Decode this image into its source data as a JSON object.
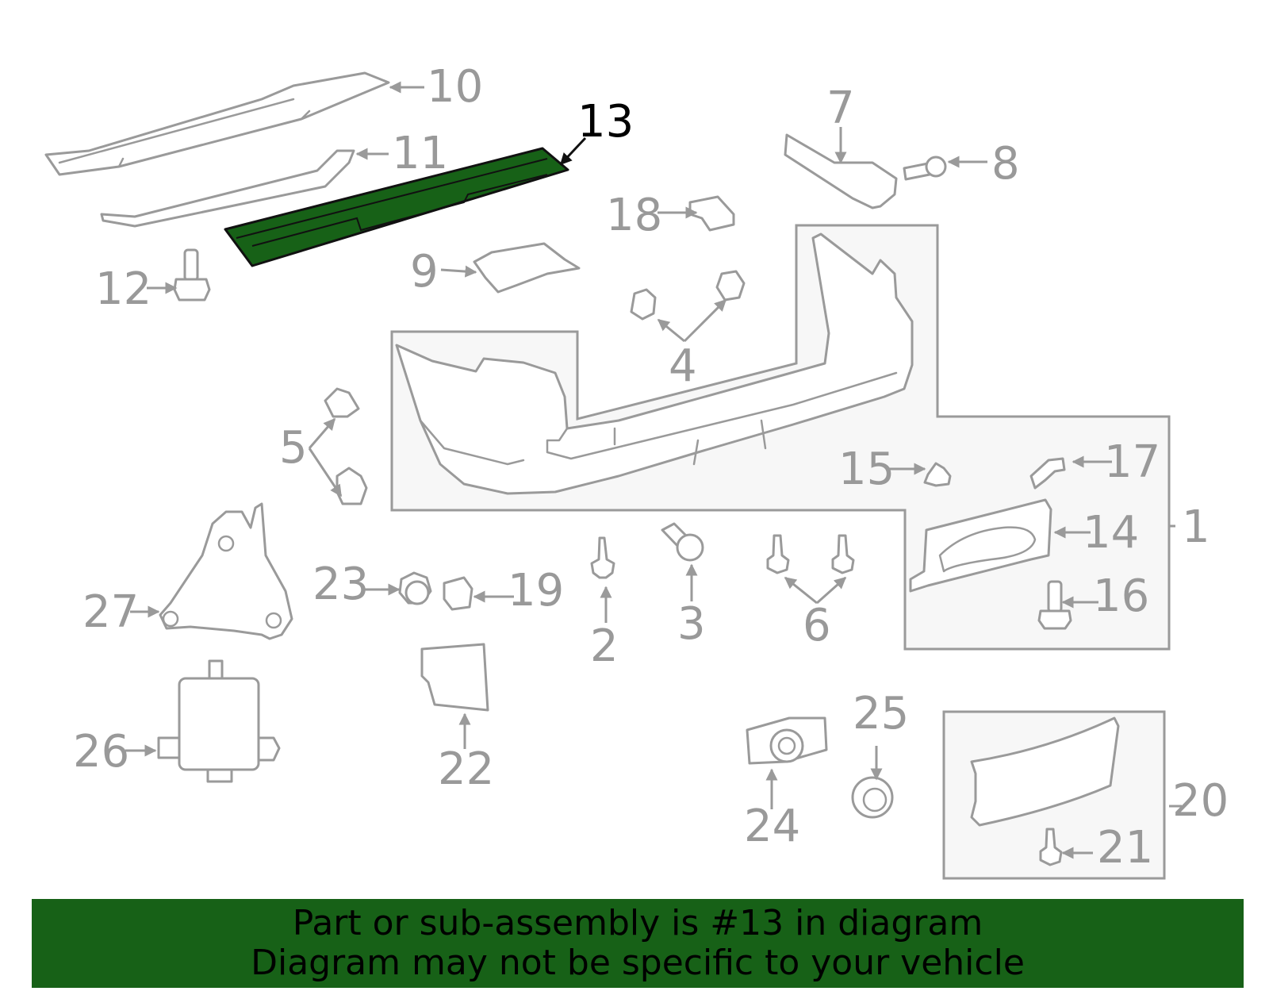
{
  "diagram": {
    "highlight_color": "#176117",
    "highlighted_part": "13",
    "labels": [
      "1",
      "2",
      "3",
      "4",
      "5",
      "6",
      "7",
      "8",
      "9",
      "10",
      "11",
      "12",
      "13",
      "14",
      "15",
      "16",
      "17",
      "18",
      "19",
      "20",
      "21",
      "22",
      "23",
      "24",
      "25",
      "26",
      "27"
    ]
  },
  "banner": {
    "line1": "Part or sub-assembly is #13 in diagram",
    "line2": "Diagram may not be specific to your vehicle"
  }
}
